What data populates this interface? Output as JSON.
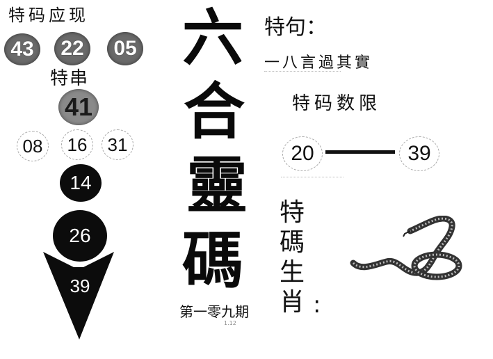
{
  "left": {
    "title": "特码应现",
    "top_balls": [
      "43",
      "22",
      "05"
    ],
    "serie_label": "特串",
    "serie_ball": "41",
    "row_balls": [
      "08",
      "16",
      "31"
    ],
    "stack": [
      "14",
      "26",
      "39"
    ]
  },
  "center": {
    "title_chars": [
      "六",
      "合",
      "靈",
      "碼"
    ],
    "issue": "第一零九期",
    "issue_sub": "1.12"
  },
  "right": {
    "phrase_label": "特句：",
    "phrase": "一八言過其實",
    "limit_title": "特码数限",
    "limit_from": "20",
    "limit_to": "39",
    "zodiac_label": "特碼生肖",
    "zodiac_colon": ":",
    "zodiac_icon": "snake-icon"
  },
  "colors": {
    "ball_grey": "#6a6a6a",
    "ball_black": "#0c0c0c",
    "background": "#ffffff"
  }
}
